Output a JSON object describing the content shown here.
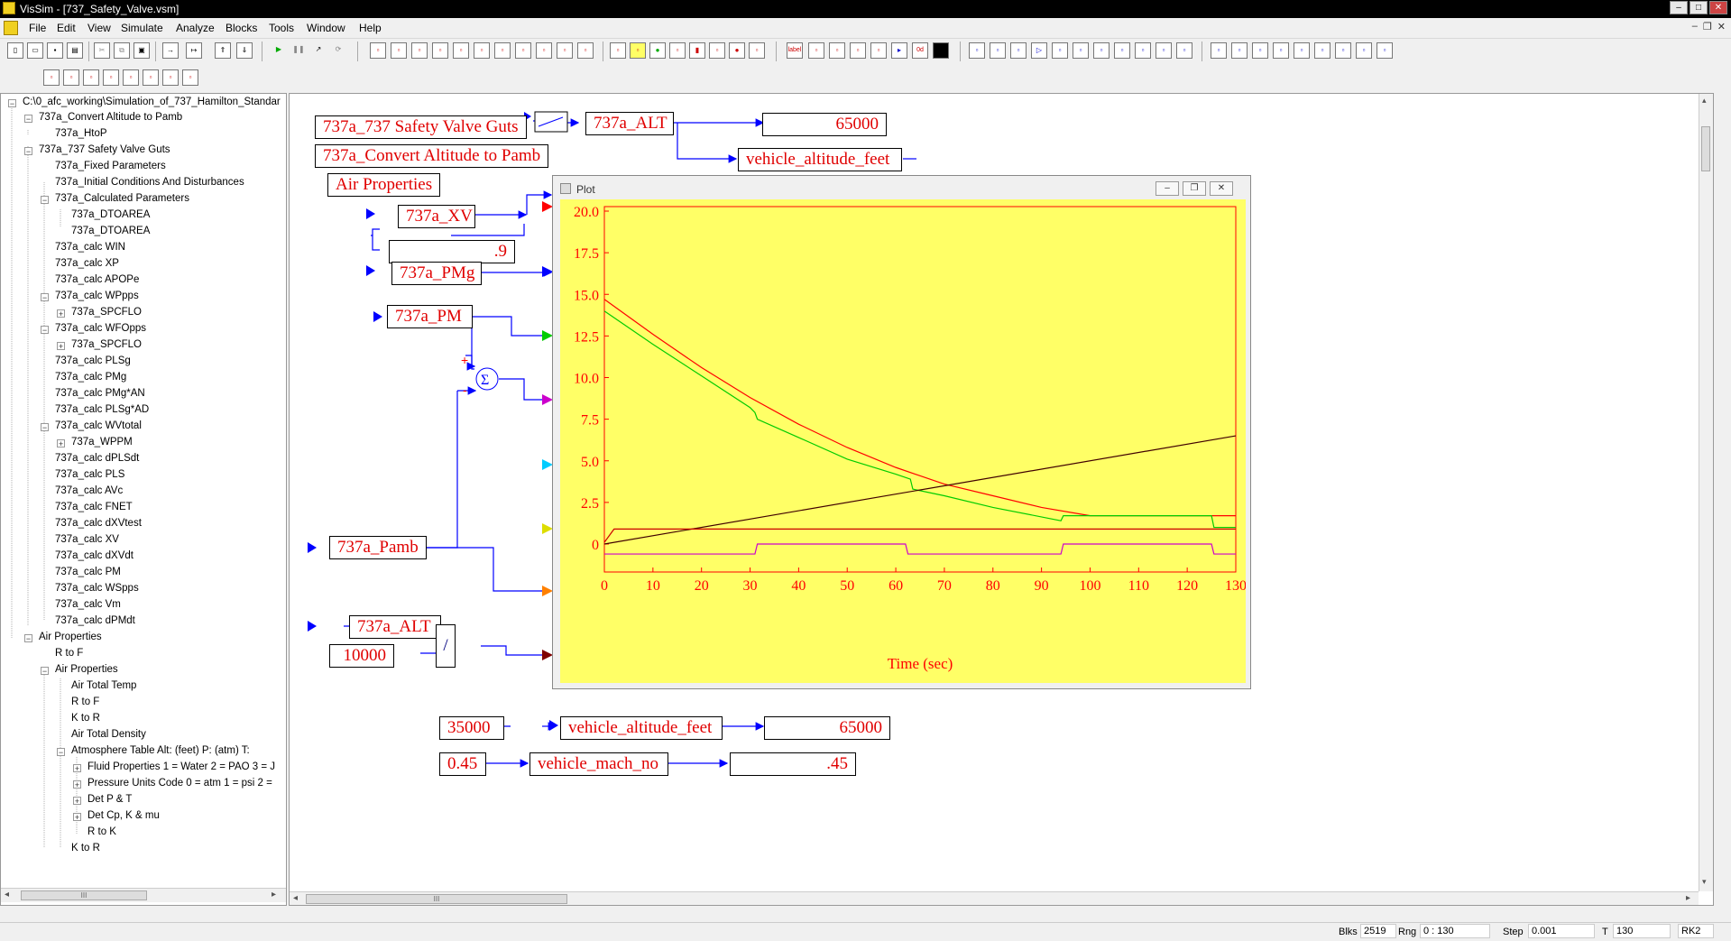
{
  "window": {
    "title": "VisSim - [737_Safety_Valve.vsm]"
  },
  "menu": [
    "File",
    "Edit",
    "View",
    "Simulate",
    "Analyze",
    "Blocks",
    "Tools",
    "Window",
    "Help"
  ],
  "tree": {
    "root": "C:\\0_afc_working\\Simulation_of_737_Hamilton_Standar",
    "items": [
      "737a_Convert Altitude to Pamb",
      "737a_HtoP",
      "737a_737 Safety Valve Guts",
      "737a_Fixed Parameters",
      "737a_Initial Conditions And Disturbances",
      "737a_Calculated Parameters",
      "737a_DTOAREA",
      "737a_DTOAREA",
      "737a_calc WIN",
      "737a_calc XP",
      "737a_calc APOPe",
      "737a_calc WPpps",
      "737a_SPCFLO",
      "737a_calc WFOpps",
      "737a_SPCFLO",
      "737a_calc PLSg",
      "737a_calc PMg",
      "737a_calc PMg*AN",
      "737a_calc PLSg*AD",
      "737a_calc WVtotal",
      "737a_WPPM",
      "737a_calc dPLSdt",
      "737a_calc PLS",
      "737a_calc AVc",
      "737a_calc FNET",
      "737a_calc dXVtest",
      "737a_calc XV",
      "737a_calc dXVdt",
      "737a_calc PM",
      "737a_calc WSpps",
      "737a_calc Vm",
      "737a_calc dPMdt",
      "Air Properties",
      "R to F",
      "Air Properties",
      "Air Total Temp",
      "R to F",
      "K to R",
      "Air Total Density",
      "Atmosphere Table Alt: (feet) P: (atm) T:",
      "Fluid Properties 1 = Water 2 = PAO 3 = J",
      "Pressure Units Code 0 = atm 1 = psi 2 =",
      "Det P & T",
      "Det Cp, K & mu",
      "R to K",
      "K to R"
    ]
  },
  "blocks": {
    "guts": "737a_737 Safety Valve Guts",
    "convert": "737a_Convert Altitude to Pamb",
    "airprops": "Air Properties",
    "alt_top": "737a_ALT",
    "alt_top_value": "65000",
    "veh_alt_top": "vehicle_altitude_feet",
    "xv": "737a_XV",
    "const_9": ".9",
    "pmg": "737a_PMg",
    "pm": "737a_PM",
    "pamb": "737a_Pamb",
    "alt_mid": "737a_ALT",
    "const_10000": "10000",
    "div_symbol": "/",
    "sum_symbol": "Σ",
    "plus": "+",
    "minus": "-",
    "const_35000": "35000",
    "veh_alt": "vehicle_altitude_feet",
    "veh_alt_value": "65000",
    "const_045": "0.45",
    "veh_mach": "vehicle_mach_no",
    "veh_mach_value": ".45"
  },
  "plot": {
    "title": "Plot",
    "background": "#ffff66",
    "axis_color": "#ff0000"
  },
  "chart_data": {
    "type": "line",
    "xlabel": "Time (sec)",
    "ylabel": "",
    "xlim": [
      0,
      130
    ],
    "ylim": [
      0,
      20
    ],
    "x_ticks": [
      "0",
      "10",
      "20",
      "30",
      "40",
      "50",
      "60",
      "70",
      "80",
      "90",
      "100",
      "110",
      "120",
      "130"
    ],
    "y_ticks": [
      "0",
      "2.5",
      "5.0",
      "7.5",
      "10.0",
      "12.5",
      "15.0",
      "17.5",
      "20.0"
    ],
    "series": [
      {
        "color": "#ff0000",
        "x": [
          0,
          10,
          20,
          30,
          40,
          50,
          60,
          70,
          80,
          90,
          100,
          110,
          120,
          130
        ],
        "y": [
          14.7,
          12.6,
          10.6,
          8.8,
          7.2,
          5.8,
          4.6,
          3.6,
          2.9,
          2.2,
          1.7,
          1.7,
          1.7,
          1.7
        ]
      },
      {
        "color": "#00cc00",
        "x": [
          0,
          10,
          20,
          30,
          31,
          31.5,
          40,
          50,
          60,
          63,
          63.5,
          70,
          80,
          94,
          94.5,
          100,
          110,
          125,
          125.5,
          130
        ],
        "y": [
          14.0,
          12.0,
          10.1,
          8.2,
          7.9,
          7.5,
          6.4,
          5.1,
          4.2,
          3.9,
          3.3,
          2.9,
          2.2,
          1.4,
          1.7,
          1.7,
          1.7,
          1.7,
          1.0,
          1.0
        ]
      },
      {
        "color": "#400000",
        "x": [
          0,
          130
        ],
        "y": [
          0,
          6.5
        ]
      },
      {
        "color": "#cc0000",
        "x": [
          0,
          1,
          2,
          130
        ],
        "y": [
          0.1,
          0.5,
          0.9,
          0.9
        ]
      },
      {
        "color": "#cc00cc",
        "x": [
          0,
          31,
          31.5,
          62,
          62.5,
          94,
          94.5,
          125,
          125.5,
          130
        ],
        "y": [
          -0.6,
          -0.6,
          0,
          0,
          -0.6,
          -0.6,
          0,
          0,
          -0.6,
          -0.6
        ]
      }
    ]
  },
  "status": {
    "blks_label": "Blks",
    "blks": "2519",
    "rng_label": "Rng",
    "rng": "0 : 130",
    "step_label": "Step",
    "step": "0.001",
    "t_label": "T",
    "t": "130",
    "method": "RK2"
  }
}
